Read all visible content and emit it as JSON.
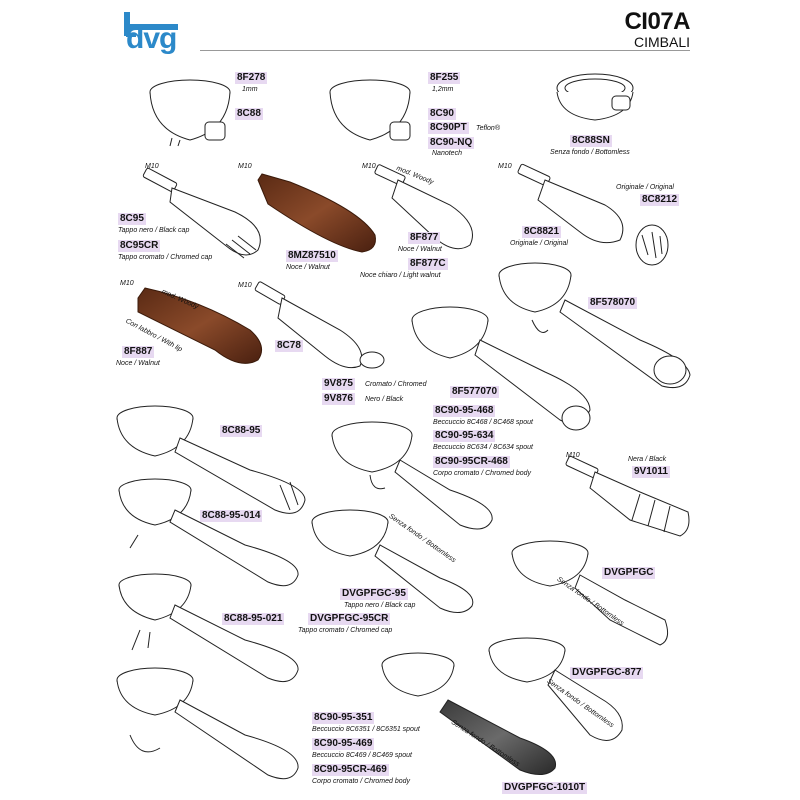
{
  "header": {
    "brand": "dvg",
    "model": "CI07A",
    "maker": "CIMBALI",
    "brand_color": "#2c89c9",
    "highlight_color": "#e7d9f1"
  },
  "thread_label": "M10",
  "parts": [
    {
      "code": "8F278",
      "note": "1mm"
    },
    {
      "code": "8C88",
      "note": ""
    },
    {
      "code": "8F255",
      "note": "1,2mm"
    },
    {
      "code": "8C90",
      "note": ""
    },
    {
      "code": "8C90PT",
      "note": "Teflon®"
    },
    {
      "code": "8C90-NQ",
      "note": "Nanotech"
    },
    {
      "code": "8C88SN",
      "note": "Senza fondo / Bottomless"
    },
    {
      "code": "8C95",
      "note": "Tappo nero / Black cap"
    },
    {
      "code": "8C95CR",
      "note": "Tappo cromato / Chromed cap"
    },
    {
      "code": "8MZ87510",
      "note": "Noce / Walnut"
    },
    {
      "code": "8F877",
      "note": "Noce / Walnut"
    },
    {
      "code": "8F877C",
      "note": "Noce chiaro / Light walnut"
    },
    {
      "code": "8C8212",
      "note": "Originale / Original"
    },
    {
      "code": "8C8821",
      "note": "Originale / Original"
    },
    {
      "code": "8F887",
      "note": "Noce / Walnut"
    },
    {
      "code": "8C78",
      "note": ""
    },
    {
      "code": "8F578070",
      "note": ""
    },
    {
      "code": "8F577070",
      "note": ""
    },
    {
      "code": "9V875",
      "note": "Cromato / Chromed"
    },
    {
      "code": "9V876",
      "note": "Nero / Black"
    },
    {
      "code": "8C88-95",
      "note": ""
    },
    {
      "code": "8C90-95-468",
      "note": "Beccuccio 8C468 / 8C468 spout"
    },
    {
      "code": "8C90-95-634",
      "note": "Beccuccio 8C634 / 8C634 spout"
    },
    {
      "code": "8C90-95CR-468",
      "note": "Corpo cromato / Chromed body"
    },
    {
      "code": "9V1011",
      "note": "Nera / Black"
    },
    {
      "code": "8C88-95-014",
      "note": ""
    },
    {
      "code": "DVGPFGC",
      "note": ""
    },
    {
      "code": "DVGPFGC-95",
      "note": "Tappo nero / Black cap"
    },
    {
      "code": "DVGPFGC-95CR",
      "note": "Tappo cromato / Chromed cap"
    },
    {
      "code": "8C88-95-021",
      "note": ""
    },
    {
      "code": "DVGPFGC-877",
      "note": ""
    },
    {
      "code": "8C90-95-351",
      "note": "Beccuccio 8C6351 / 8C6351 spout"
    },
    {
      "code": "8C90-95-469",
      "note": "Beccuccio 8C469 / 8C469 spout"
    },
    {
      "code": "8C90-95CR-469",
      "note": "Corpo cromato / Chromed body"
    },
    {
      "code": "DVGPFGC-1010T",
      "note": ""
    }
  ],
  "drawing_labels": {
    "mod_woody_1": "mod. Woody",
    "mod_woody_2": "mod. Woody",
    "with_lip": "Con labbro / With lip",
    "bottomless_1": "Senza fondo / Bottomless",
    "bottomless_2": "Senza fondo / Bottomless",
    "bottomless_3": "Senza fondo / Bottomless",
    "bottomless_4": "Senza fondo / Bottomless"
  }
}
